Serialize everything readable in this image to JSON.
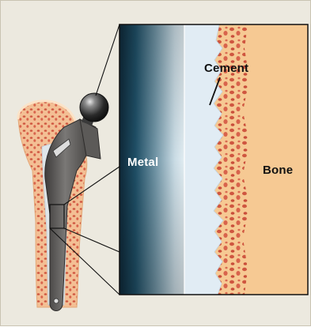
{
  "diagram": {
    "labels": {
      "metal": "Metal",
      "cement": "Cement",
      "bone": "Bone"
    },
    "colors": {
      "background": "#ece9df",
      "bone": "#f6c993",
      "bone_cell": "#cf5640",
      "cement": "#e1ecf4",
      "metal_dark": "#173e55",
      "implant": "#6e6c6a"
    }
  }
}
